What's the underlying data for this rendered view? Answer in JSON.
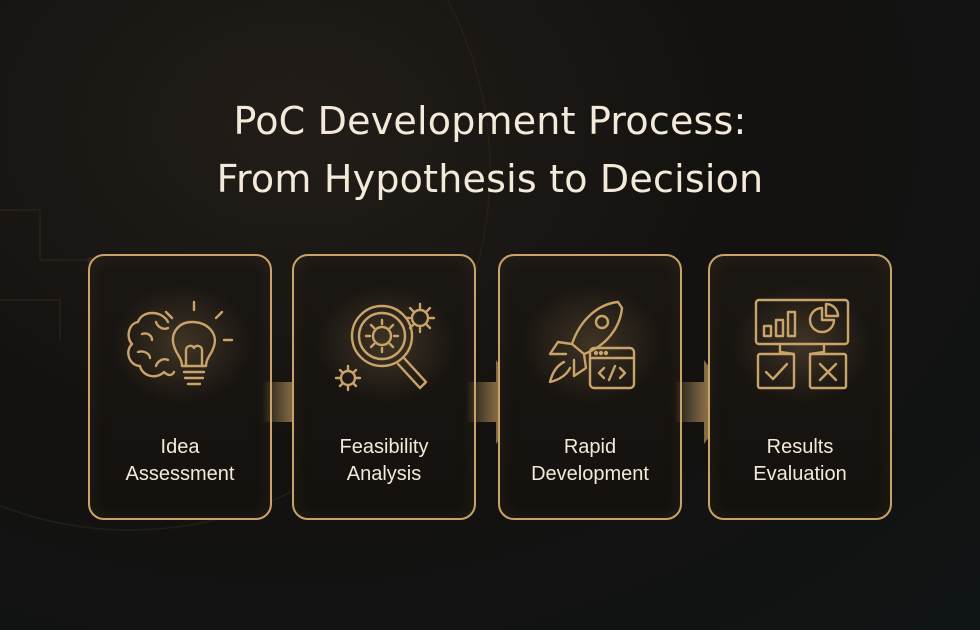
{
  "title": {
    "line1": "PoC Development Process:",
    "line2": "From Hypothesis to Decision"
  },
  "steps": [
    {
      "line1": "Idea",
      "line2": "Assessment",
      "icon": "brain-lightbulb-icon"
    },
    {
      "line1": "Feasibility",
      "line2": "Analysis",
      "icon": "magnifier-gears-icon"
    },
    {
      "line1": "Rapid",
      "line2": "Development",
      "icon": "rocket-code-icon"
    },
    {
      "line1": "Results",
      "line2": "Evaluation",
      "icon": "chart-check-cross-icon"
    }
  ],
  "colors": {
    "accent": "#c9a36a",
    "text": "#f3ead9",
    "background": "#141210"
  }
}
